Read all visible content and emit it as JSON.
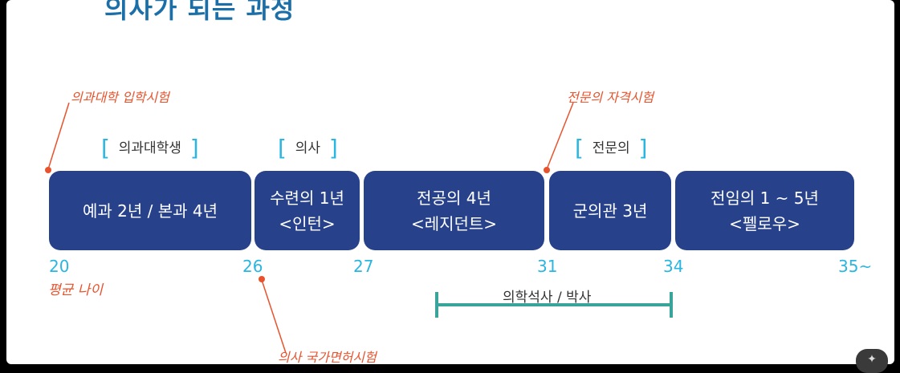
{
  "title": "의사가 되는 과정",
  "exams": {
    "entrance": "의과대학 입학시험",
    "specialist": "전문의 자격시험",
    "national": "의사 국가면허시험"
  },
  "roles": {
    "student": "의과대학생",
    "doctor": "의사",
    "specialist": "전문의"
  },
  "stages": [
    {
      "line1": "예과 2년 / 본과 4년",
      "line2": ""
    },
    {
      "line1": "수련의 1년",
      "line2": "<인턴>"
    },
    {
      "line1": "전공의 4년",
      "line2": "<레지던트>"
    },
    {
      "line1": "군의관 3년",
      "line2": ""
    },
    {
      "line1": "전임의 1 ~ 5년",
      "line2": "<펠로우>"
    }
  ],
  "ages": [
    "20",
    "26",
    "27",
    "31",
    "34",
    "35~"
  ],
  "average_age_label": "평균 나이",
  "degree_label": "의학석사 / 박사",
  "colors": {
    "stage_fill": "#28418b",
    "accent_cyan": "#29b6e0",
    "exam_red": "#e8532d",
    "degree_teal": "#3aa39a",
    "title_blue": "#1a6fa8"
  },
  "icons": {
    "corner": "magic-wand-icon"
  }
}
